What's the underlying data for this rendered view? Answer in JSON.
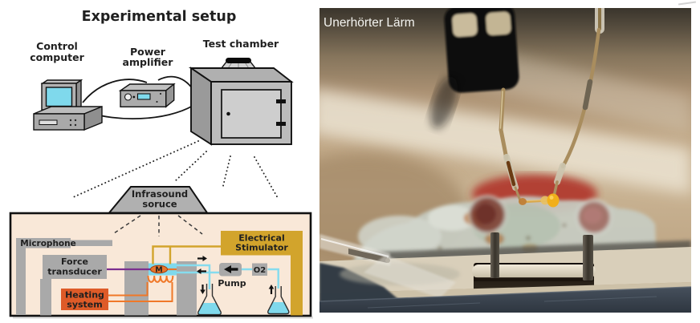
{
  "diagram": {
    "title": "Experimental setup",
    "devices": {
      "control_computer": [
        "Control",
        "computer"
      ],
      "power_amplifier": [
        "Power",
        "amplifier"
      ],
      "test_chamber": "Test chamber"
    },
    "schematic": {
      "infrasound_source": [
        "Infrasound",
        "soruce"
      ],
      "microphone": "Microphone",
      "force_transducer": [
        "Force",
        "transducer"
      ],
      "heating_system": [
        "Heating",
        "system"
      ],
      "electrical_stimulator": [
        "Electrical",
        "Stimulator"
      ],
      "muscle": "M",
      "pump": "Pump",
      "oxygen": "O2"
    },
    "colors": {
      "schematic_background": "#f9e8d8",
      "device_gray": "#a9a9a9",
      "heating_orange": "#de5b28",
      "stimulator_gold": "#d2a42c",
      "perfusion_cyan": "#7fd9ec",
      "force_signal_purple": "#7b2f8f",
      "heating_line_orange": "#f07828",
      "muscle_orange": "#e8762c"
    }
  },
  "photo": {
    "caption": "Unerhörter Lärm",
    "specimen_yellow": "#f1af1b"
  }
}
